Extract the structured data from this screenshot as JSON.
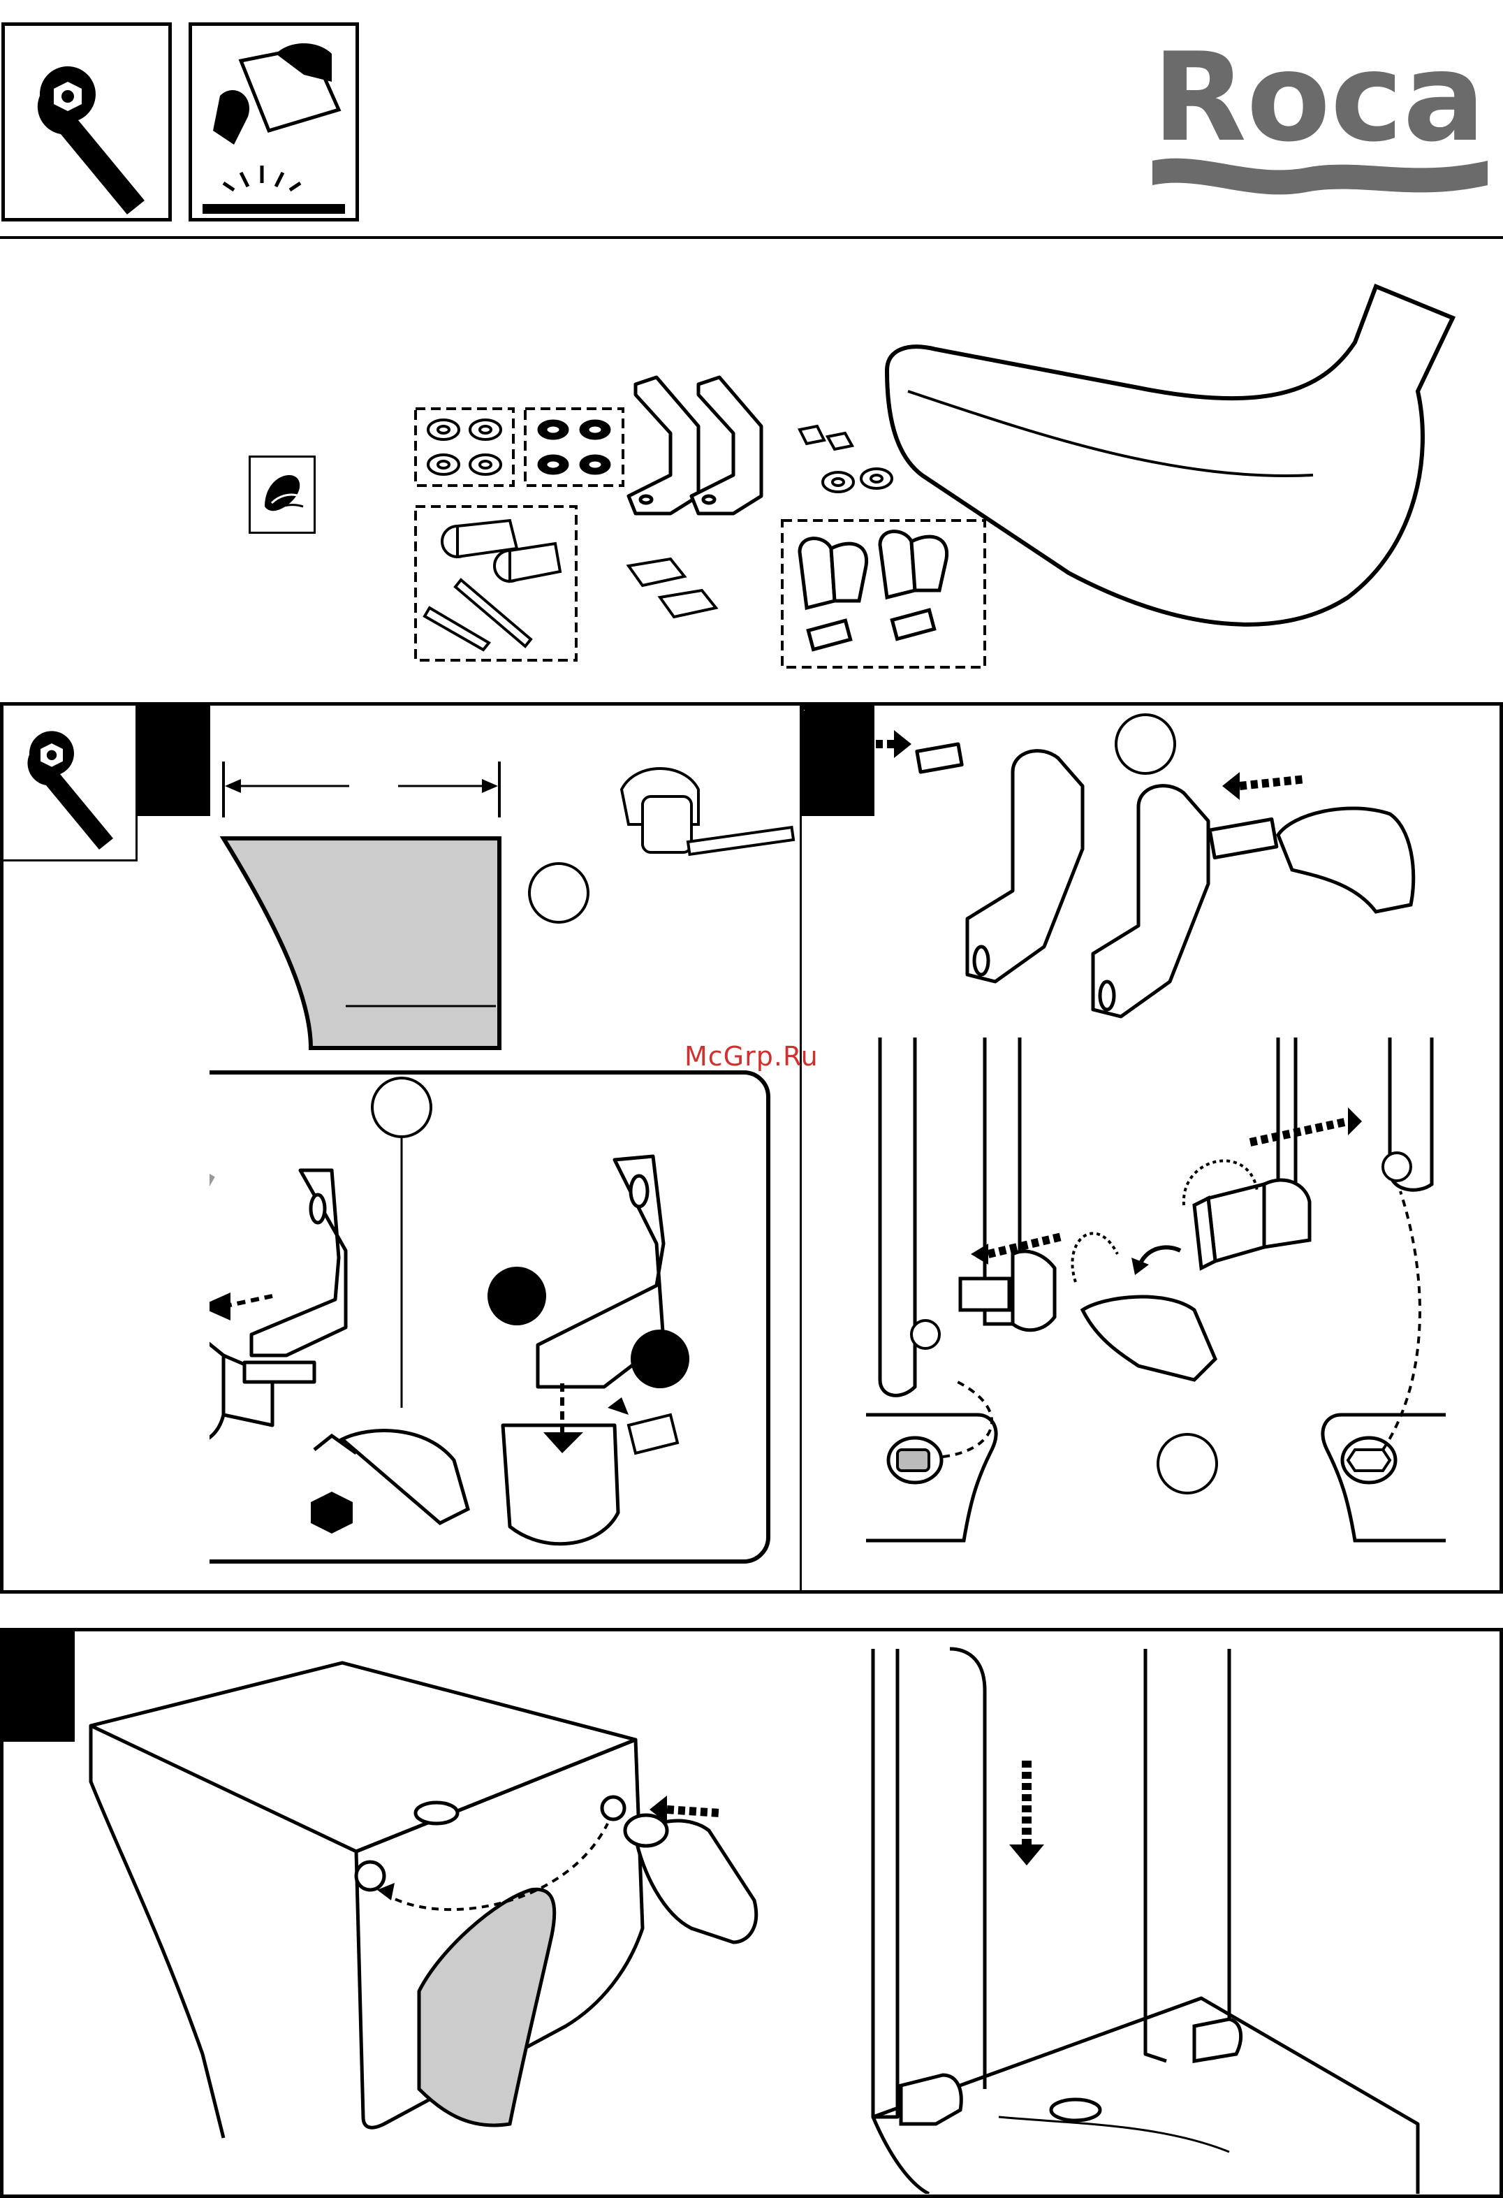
{
  "header": {
    "brand": "Roca",
    "brand_color": "#6b6b6b",
    "icons": [
      "wrench-icon",
      "cleaning-cloth-icon"
    ]
  },
  "parts_overview": {
    "icon": "seat-cover-icon",
    "items": [
      "washers",
      "rubber-washers",
      "brackets",
      "screws",
      "anchor-plugs",
      "hinge-covers",
      "hinge-pins",
      "seat"
    ]
  },
  "steps": [
    {
      "panel": "measure-and-assemble-bracket",
      "icons": [
        "wrench-icon",
        "tape-measure-icon",
        "allen-key-icon"
      ]
    },
    {
      "panel": "insert-hinge-pins",
      "icons": [
        "hand-icon",
        "arrow-icon"
      ]
    },
    {
      "panel": "mount-on-bidet",
      "icons": [
        "hand-icon",
        "arrow-down-icon"
      ]
    }
  ],
  "watermark": "McGrp.Ru"
}
